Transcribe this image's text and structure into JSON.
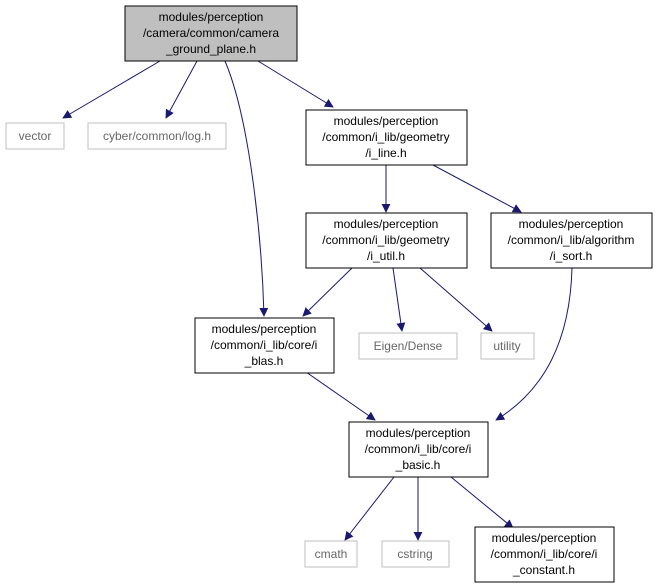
{
  "colors": {
    "root_fill": "#bfbfbf",
    "node_border": "#000000",
    "external_border": "#bfbfbf",
    "edge": "#191970",
    "background": "#ffffff"
  },
  "nodes": {
    "root": {
      "lines": [
        "modules/perception",
        "/camera/common/camera",
        "_ground_plane.h"
      ]
    },
    "vector": {
      "lines": [
        "vector"
      ]
    },
    "cyber_log": {
      "lines": [
        "cyber/common/log.h"
      ]
    },
    "i_line": {
      "lines": [
        "modules/perception",
        "/common/i_lib/geometry",
        "/i_line.h"
      ]
    },
    "i_util": {
      "lines": [
        "modules/perception",
        "/common/i_lib/geometry",
        "/i_util.h"
      ]
    },
    "i_sort": {
      "lines": [
        "modules/perception",
        "/common/i_lib/algorithm",
        "/i_sort.h"
      ]
    },
    "i_blas": {
      "lines": [
        "modules/perception",
        "/common/i_lib/core/i",
        "_blas.h"
      ]
    },
    "eigen_dense": {
      "lines": [
        "Eigen/Dense"
      ]
    },
    "utility": {
      "lines": [
        "utility"
      ]
    },
    "i_basic": {
      "lines": [
        "modules/perception",
        "/common/i_lib/core/i",
        "_basic.h"
      ]
    },
    "cmath": {
      "lines": [
        "cmath"
      ]
    },
    "cstring": {
      "lines": [
        "cstring"
      ]
    },
    "i_constant": {
      "lines": [
        "modules/perception",
        "/common/i_lib/core/i",
        "_constant.h"
      ]
    }
  }
}
